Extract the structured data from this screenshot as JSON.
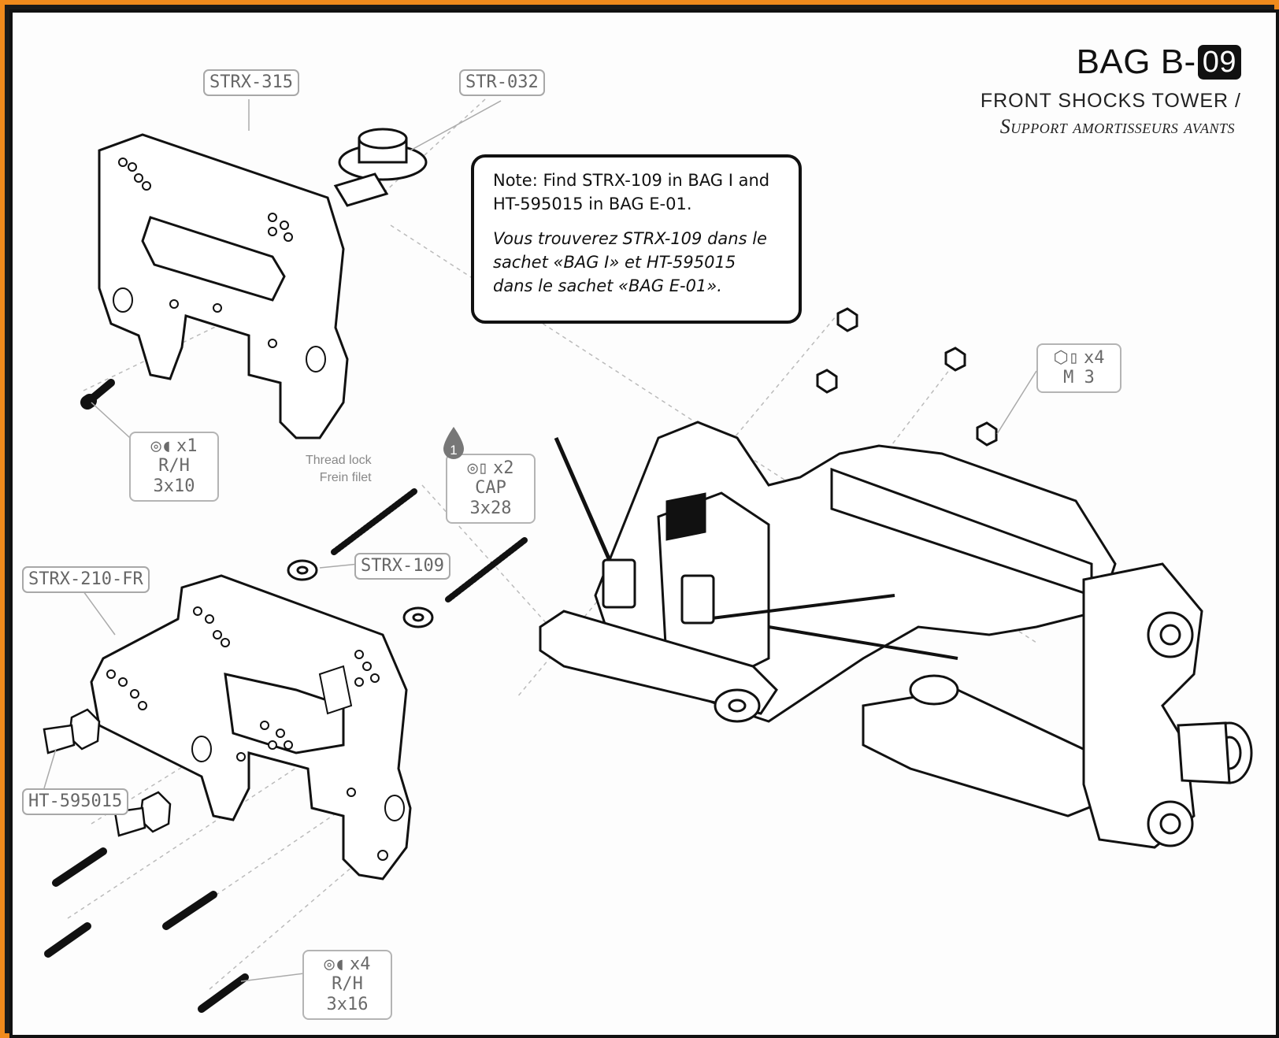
{
  "header": {
    "title_prefix": "BAG B-",
    "title_number": "09",
    "subtitle_en": "FRONT SHOCKS TOWER /",
    "subtitle_fr": "Support amortisseurs avants"
  },
  "note": {
    "english": "Note: Find STRX-109 in BAG I and HT-595015 in BAG E-01.",
    "french": "Vous trouverez STRX-109 dans le sachet «BAG I» et HT-595015 dans le sachet «BAG E-01»."
  },
  "part_labels": {
    "strx315": "STRX-315",
    "str032": "STR-032",
    "strx109": "STRX-109",
    "strx210fr": "STRX-210-FR",
    "ht595015": "HT-595015"
  },
  "hardware": {
    "rh3x10": {
      "qty": "x1",
      "name": "R/H 3x10"
    },
    "cap3x28": {
      "qty": "x2",
      "name": "CAP 3x28"
    },
    "m3": {
      "qty": "x4",
      "name": "M 3"
    },
    "rh3x16": {
      "qty": "x4",
      "name": "R/H 3x16"
    }
  },
  "thread_lock": {
    "en": "Thread lock",
    "fr": "Frein filet",
    "step": "1"
  },
  "colors": {
    "frame": "#f08a1c",
    "ink": "#111111",
    "label_border": "#a8a8a8"
  }
}
